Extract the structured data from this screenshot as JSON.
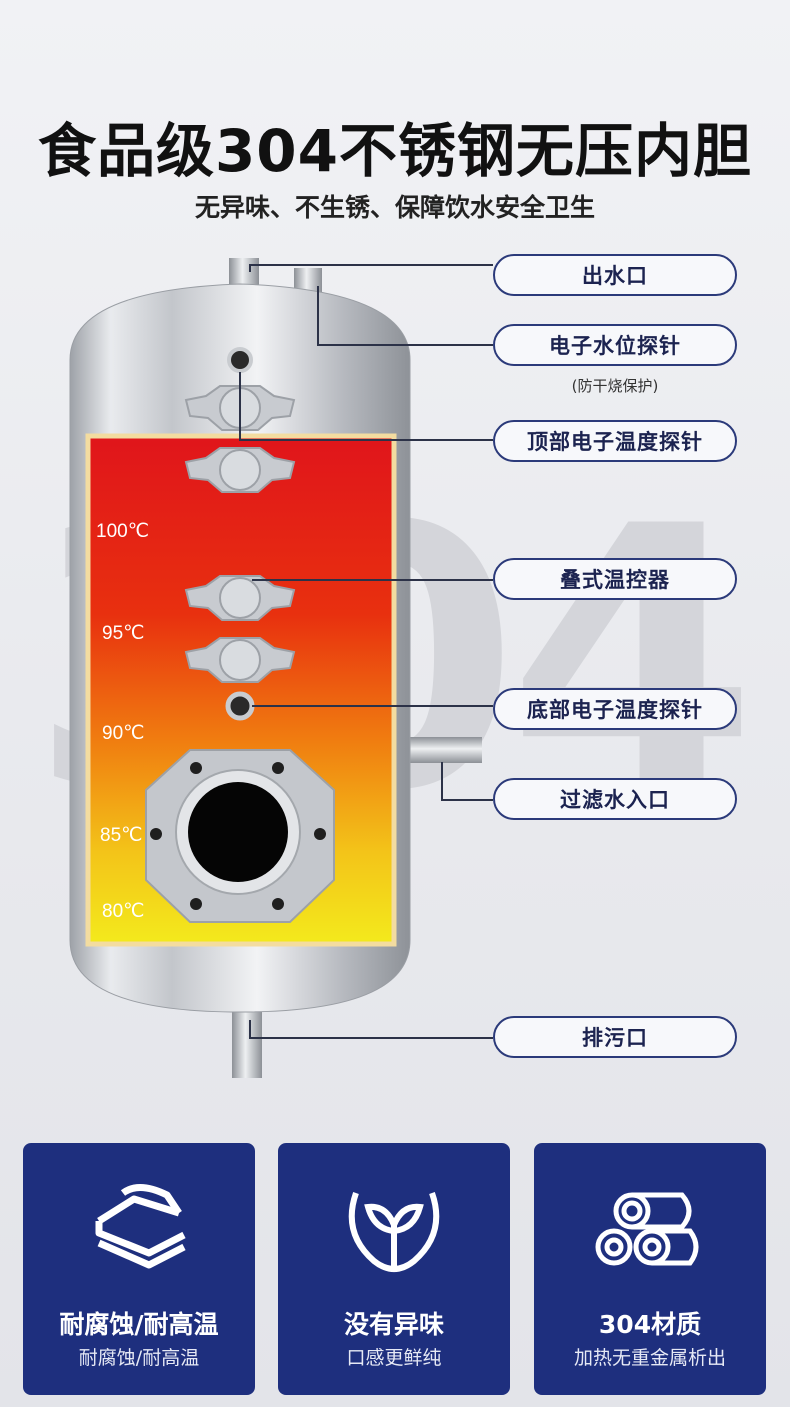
{
  "header": {
    "title": "食品级304不锈钢无压内胆",
    "subtitle": "无异味、不生锈、保障饮水安全卫生"
  },
  "background_mark": "304",
  "labels": [
    {
      "text": "出水口"
    },
    {
      "text": "电子水位探针",
      "note": "(防干烧保护)"
    },
    {
      "text": "顶部电子温度探针"
    },
    {
      "text": "叠式温控器"
    },
    {
      "text": "底部电子温度探针"
    },
    {
      "text": "过滤水入口"
    },
    {
      "text": "排污口"
    }
  ],
  "temperatures": [
    "100℃",
    "95℃",
    "90℃",
    "85℃",
    "80℃"
  ],
  "features": [
    {
      "title": "耐腐蚀/耐高温",
      "subtitle": "耐腐蚀/耐高温",
      "icon": "layers-icon"
    },
    {
      "title": "没有异味",
      "subtitle": "口感更鲜纯",
      "icon": "sprout-icon"
    },
    {
      "title": "304材质",
      "subtitle": "加热无重金属析出",
      "icon": "steel-coils-icon"
    }
  ],
  "colors": {
    "card_bg": "#1e2f7e",
    "pill_border": "#2b3a7a",
    "heat_top": "#e0151b",
    "heat_bottom": "#f3ea1c"
  }
}
